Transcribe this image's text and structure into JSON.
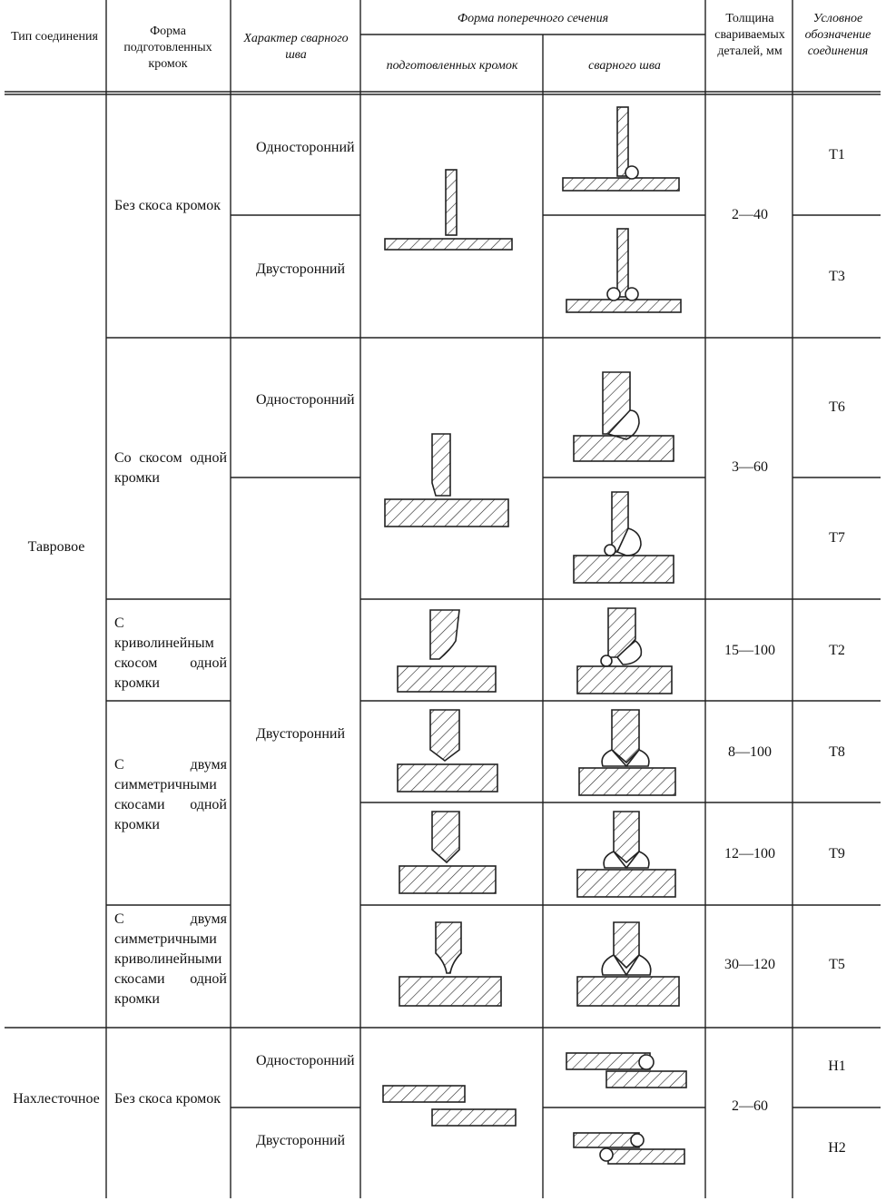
{
  "headers": {
    "joint_type": "Тип соединения",
    "edge_form": "Форма подготовленных кромок",
    "weld_character": "Характер сварного шва",
    "section_form": "Форма поперечного сечения",
    "prepared_edges": "подготовленных кромок",
    "weld_seam": "сварного шва",
    "thickness": "Толщина свариваемых деталей, мм",
    "designation": "Условное обозначение соединения"
  },
  "joint_types": [
    "Тавровое",
    "Нахлесточное"
  ],
  "edge_forms": [
    "Без скоса кромок",
    "Со скосом одной кромки",
    "С криволинейным скосом одной кромки",
    "С двумя симметричными скосами одной кромки",
    "С двумя симметричными криволинейными скосами одной кромки",
    "Без скоса кромок"
  ],
  "weld_characters": {
    "one_sided": "Односторонний",
    "two_sided": "Двусторонний"
  },
  "thickness_values": [
    "2—40",
    "3—60",
    "15—100",
    "8—100",
    "12—100",
    "30—120",
    "2—60"
  ],
  "designations": [
    "Т1",
    "Т3",
    "Т6",
    "Т7",
    "Т2",
    "Т8",
    "Т9",
    "Т5",
    "Н1",
    "Н2"
  ]
}
